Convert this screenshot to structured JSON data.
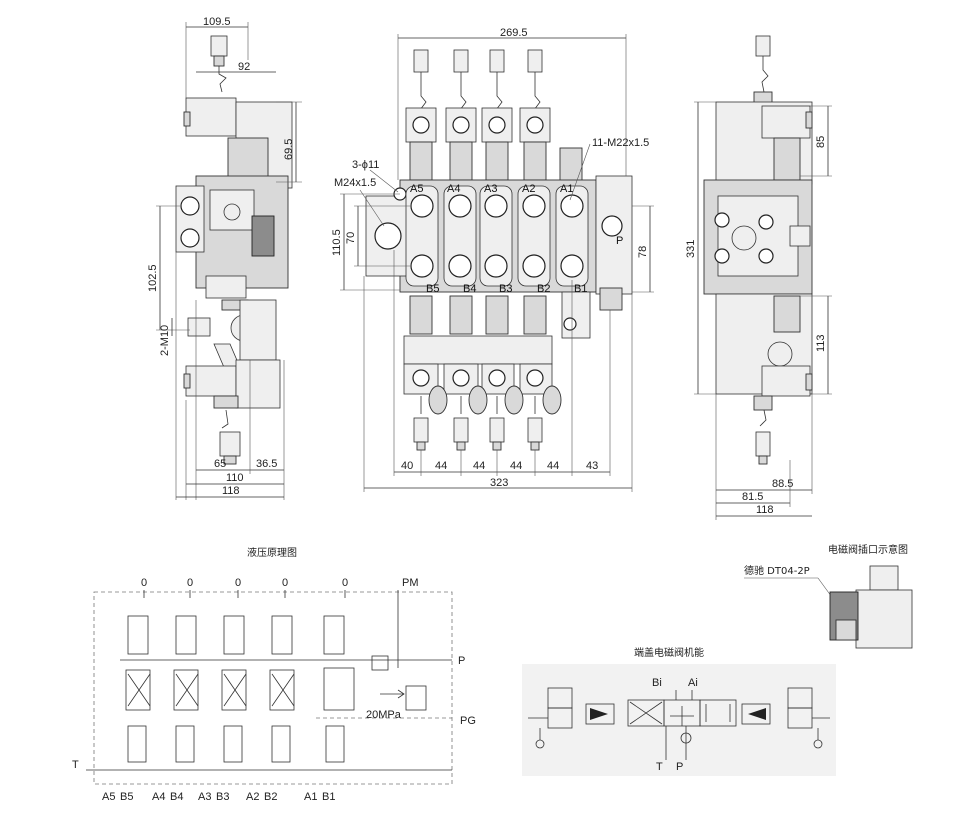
{
  "left_view": {
    "dims": {
      "d109_5": "109.5",
      "d92": "92",
      "d69_5": "69.5",
      "d102_5": "102.5",
      "d2m10": "2-M10",
      "d65": "65",
      "d36_5": "36.5",
      "d110": "110",
      "d118": "118"
    }
  },
  "front_view": {
    "dims": {
      "d269_5": "269.5",
      "d3phi11": "3-ϕ11",
      "dm24": "M24x1.5",
      "d11m22": "11-M22x1.5",
      "d110_5": "110.5",
      "d70": "70",
      "d78": "78",
      "d40": "40",
      "d44a": "44",
      "d44b": "44",
      "d44c": "44",
      "d44d": "44",
      "d43": "43",
      "d323": "323"
    },
    "ports_a": [
      "A5",
      "A4",
      "A3",
      "A2",
      "A1"
    ],
    "ports_b": [
      "B5",
      "B4",
      "B3",
      "B2",
      "B1"
    ],
    "port_p": "P"
  },
  "right_view": {
    "dims": {
      "d85": "85",
      "d331": "331",
      "d113": "113",
      "d88_5": "88.5",
      "d81_5": "81.5",
      "d118": "118"
    }
  },
  "hydraulic": {
    "title": "液压原理图",
    "zeros": [
      "0",
      "0",
      "0",
      "0",
      "0"
    ],
    "pm": "PM",
    "p": "P",
    "pg": "PG",
    "t": "T",
    "pressure": "20MPa",
    "bottom_ports": [
      "A5",
      "B5",
      "A4",
      "B4",
      "A3",
      "B3",
      "A2",
      "B2",
      "A1",
      "B1"
    ]
  },
  "solenoid_plug": {
    "title": "电磁阀插口示意图",
    "connector": "德驰 DT04-2P"
  },
  "end_cover": {
    "title": "端盖电磁阀机能",
    "bi": "Bi",
    "ai": "Ai",
    "t": "T",
    "p": "P"
  }
}
